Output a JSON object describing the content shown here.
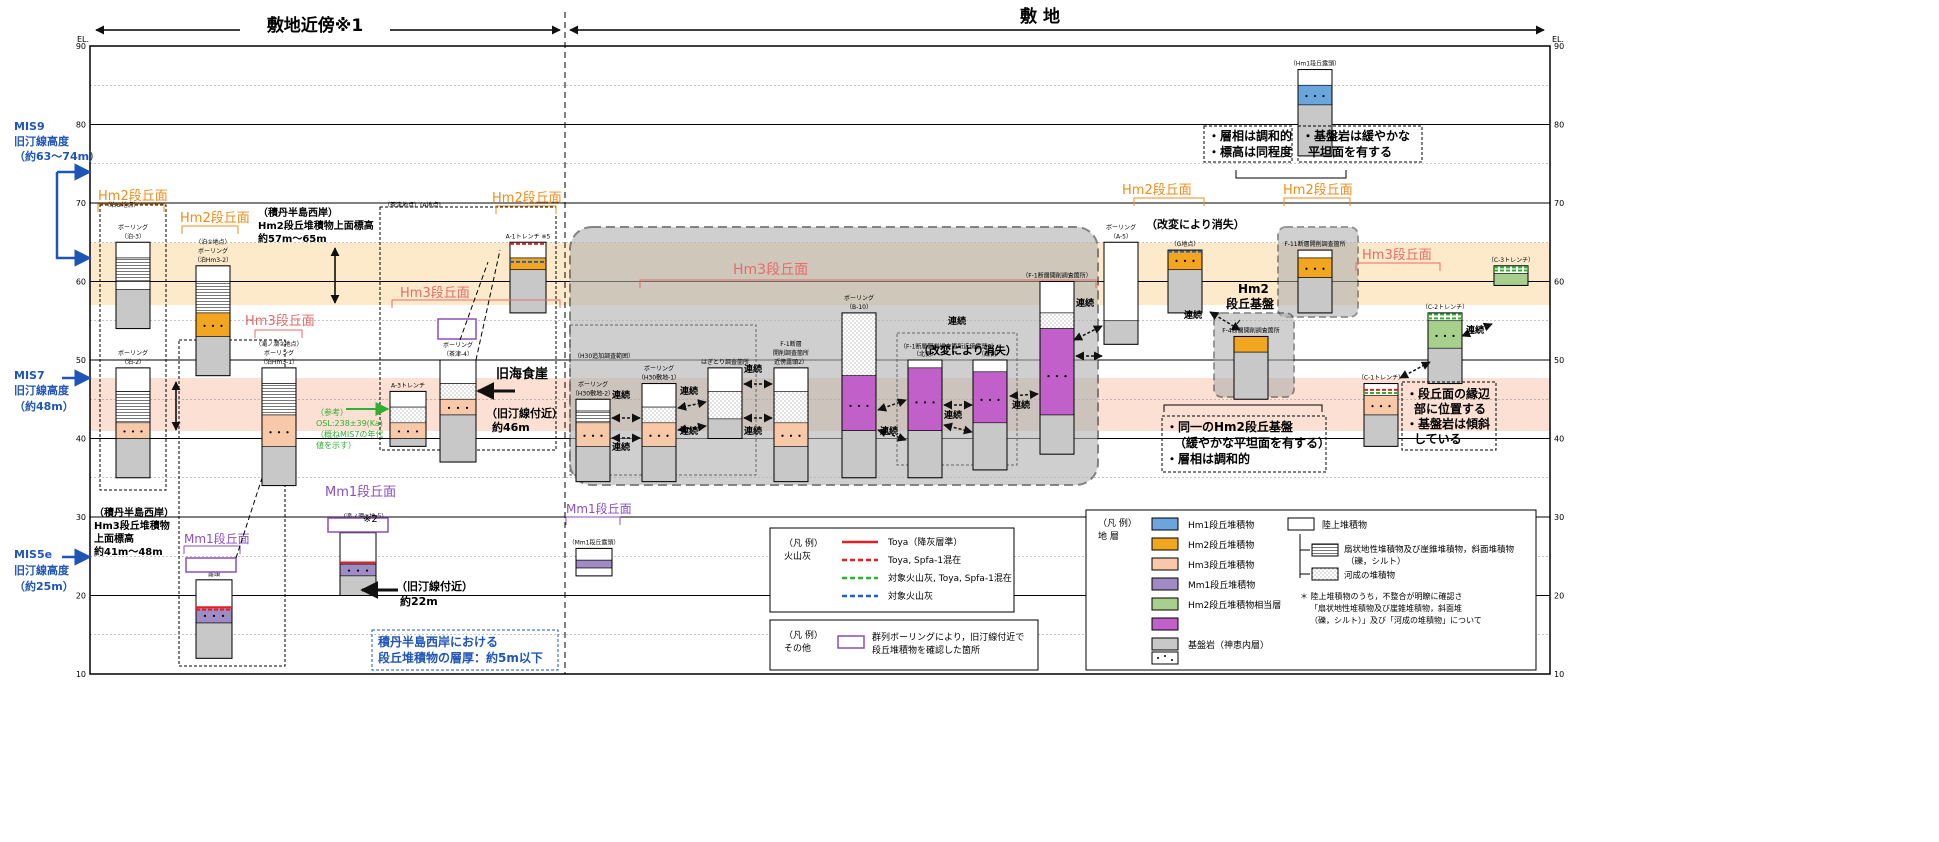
{
  "header": {
    "left_title": "敷地近傍※1",
    "right_title": "敷 地"
  },
  "axis": {
    "unit_left": "EL.",
    "unit_right": "EL.",
    "ticks": [
      90,
      80,
      70,
      60,
      50,
      40,
      30,
      20,
      10
    ]
  },
  "mis": [
    {
      "id": "mis9",
      "lines": [
        "MIS9",
        "旧汀線高度",
        "（約63～74m）"
      ]
    },
    {
      "id": "mis7",
      "lines": [
        "MIS7",
        "旧汀線高度",
        "（約48m）"
      ]
    },
    {
      "id": "mis5e",
      "lines": [
        "MIS5e",
        "旧汀線高度",
        "（約25m）"
      ]
    }
  ],
  "surfaces": {
    "hm2_left": "Hm2段丘面",
    "hm2_tomari1": "Hm2段丘面",
    "hm3_taki": "Hm3段丘面",
    "hm2_ditch": "Hm2段丘面",
    "hm3_chaya": "Hm3段丘面",
    "hm3_site": "Hm3段丘面",
    "hm2_site_g": "Hm2段丘面",
    "hm2_site_f11": "Hm2段丘面",
    "hm3_site_right": "Hm3段丘面",
    "mm1_roto": "Mm1段丘面",
    "mm1_takino": "Mm1段丘面",
    "mm1_site": "Mm1段丘面"
  },
  "notes": {
    "shakotan_hm2": [
      "（積丹半島西岸）",
      "Hm2段丘堆積物上面標高",
      "約57m～65m"
    ],
    "shakotan_hm3": [
      "（積丹半島西岸）",
      "Hm3段丘堆積物",
      "上面標高",
      "約41m～48m"
    ],
    "old_cliff": "旧海食崖",
    "shoreline_46": [
      "（旧汀線付近）",
      "約46m"
    ],
    "shoreline_22": [
      "（旧汀線付近）",
      "約22m"
    ],
    "reference": [
      "（参考）",
      "OSL:238±39(Ka)",
      "（概ねMIS7の年代",
      "値を示す）"
    ],
    "thickness": [
      "積丹半島西岸における",
      "段丘堆積物の層厚：約5m以下"
    ],
    "facies_elev": [
      "・層相は調和的",
      "・標高は同程度"
    ],
    "bedrock_flat": [
      "・基盤岩は緩やかな",
      "平坦面を有する"
    ],
    "lost_g": "（改変により消失）",
    "lost_f1": "（改変により消失）",
    "hm2_base": [
      "Hm2",
      "段丘基盤"
    ],
    "same_base": [
      "・同一のHm2段丘基盤",
      "（緩やかな平坦面を有する）",
      "・層相は調和的"
    ],
    "edge": [
      "・段丘面の縁辺",
      "部に位置する",
      "・基盤岩は傾斜",
      "している"
    ],
    "footnote_mark": "※2"
  },
  "columns": {
    "tomari3": "（泊③地点）",
    "tomari3b": "ボーリング",
    "tomari3c": "（泊-3）",
    "tomari2": "ボーリング",
    "tomari2b": "（泊-2）",
    "tomari1": "（泊①地点）",
    "tomari1b": "ボーリング",
    "tomari1c": "（泊Hm3-2）",
    "taki2": "（滝ノ澗②地点）",
    "taki2b": "ボーリング",
    "taki2c": "（泊Hm3-1）",
    "roto": "露頭",
    "chaya": "（茶津地点）(A地点)",
    "chaya_bor": "ボーリング",
    "chaya_bor2": "（茶津-4）",
    "a3": "A-3トレンチ",
    "a1": "A-1トレンチ ※5",
    "takino1": "（滝ノ澗①地点）",
    "mm1_roto": "（Mm1段丘露頭）",
    "h30": "（H30追加調査範囲）",
    "h30_2a": "ボーリング",
    "h30_2b": "（H30敷地-2）",
    "h30_1a": "ボーリング",
    "h30_1b": "（H30敷地-1）",
    "hagitori": "はぎとり調査箇所",
    "f1_near": "F-1断層",
    "f1_near2": "開削調査箇所",
    "f1_near3": "近傍露頭2）",
    "b10a": "ボーリング",
    "b10b": "（B-10）",
    "f1_near1": "（F-1断層開削調査箇所近傍露頭1）",
    "north": "（北側）",
    "south": "（南側）",
    "f1": "（F-1断層開削調査箇所）",
    "a5a": "ボーリング",
    "a5b": "（A-5）",
    "g": "（G地点）",
    "f4": "F-4断層開削調査箇所",
    "f11": "F-11断層開削調査箇所",
    "hm1_roto": "（Hm1段丘露頭）",
    "c1": "（C-1トレンチ）",
    "c2": "（C-2トレンチ）",
    "c3": "（C-3トレンチ）"
  },
  "continuity": "連続",
  "legend_ash": {
    "title": [
      "（凡 例）",
      "火山灰"
    ],
    "items": [
      {
        "label": "Toya（降灰層準）",
        "color": "#e02020",
        "dash": false
      },
      {
        "label": "Toya, Spfa-1混在",
        "color": "#e02020",
        "dash": true
      },
      {
        "label": "対象火山灰, Toya, Spfa-1混在",
        "color": "#30b030",
        "dash": true
      },
      {
        "label": "対象火山灰",
        "color": "#2060c0",
        "dash": true
      }
    ]
  },
  "legend_other": {
    "title": [
      "（凡 例）",
      "その他"
    ],
    "item": [
      "群列ボーリングにより，旧汀線付近で",
      "段丘堆積物を確認した箇所"
    ]
  },
  "legend_strata": {
    "title": [
      "（凡 例）",
      "地 層"
    ],
    "items": [
      {
        "label": "Hm1段丘堆積物",
        "color": "#6aa6dc"
      },
      {
        "label": "Hm2段丘堆積物",
        "color": "#f2a51e"
      },
      {
        "label": "Hm3段丘堆積物",
        "color": "#f7c9a8"
      },
      {
        "label": "Mm1段丘堆積物",
        "color": "#a08cc4"
      },
      {
        "label": "Hm2段丘堆積物相当層",
        "color": "#a8d08d"
      },
      {
        "label": "",
        "color": "#c060c8"
      },
      {
        "label": "基盤岩（神恵内層）",
        "color": "#c8c8c8"
      }
    ],
    "right": [
      {
        "label": "陸上堆積物"
      },
      {
        "label": "扇状地性堆積物及び崖錐堆積物，斜面堆積物",
        "sub": "（礫，シルト）"
      },
      {
        "label": "河成の堆積物"
      }
    ],
    "note": [
      "＊ 陸上堆積物のうち，不整合が明瞭に確認さ",
      "「扇状地性堆積物及び崖錐堆積物，斜面堆",
      "（礫，シルト）」及び「河成の堆積物」について"
    ]
  }
}
